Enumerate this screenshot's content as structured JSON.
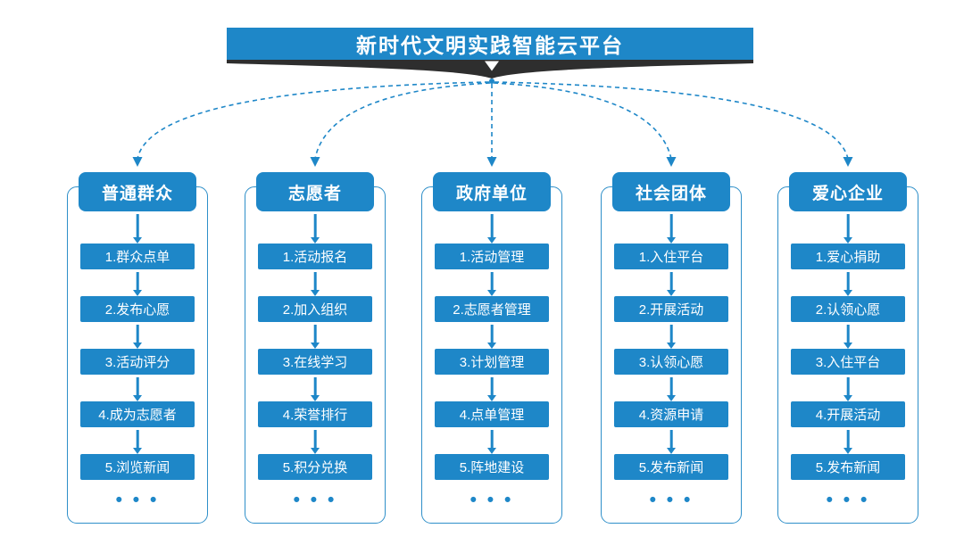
{
  "title": "新时代文明实践智能云平台",
  "ellipsis": "• • •",
  "colors": {
    "primary": "#1e87c8",
    "frame_border": "#2e8fc9",
    "swoosh": "#2e2e2e",
    "bg": "#ffffff"
  },
  "columns": [
    {
      "header": "普通群众",
      "items": [
        "1.群众点单",
        "2.发布心愿",
        "3.活动评分",
        "4.成为志愿者",
        "5.浏览新闻"
      ]
    },
    {
      "header": "志愿者",
      "items": [
        "1.活动报名",
        "2.加入组织",
        "3.在线学习",
        "4.荣誉排行",
        "5.积分兑换"
      ]
    },
    {
      "header": "政府单位",
      "items": [
        "1.活动管理",
        "2.志愿者管理",
        "3.计划管理",
        "4.点单管理",
        "5.阵地建设"
      ]
    },
    {
      "header": "社会团体",
      "items": [
        "1.入住平台",
        "2.开展活动",
        "3.认领心愿",
        "4.资源申请",
        "5.发布新闻"
      ]
    },
    {
      "header": "爱心企业",
      "items": [
        "1.爱心捐助",
        "2.认领心愿",
        "3.入住平台",
        "4.开展活动",
        "5.发布新闻"
      ]
    }
  ]
}
